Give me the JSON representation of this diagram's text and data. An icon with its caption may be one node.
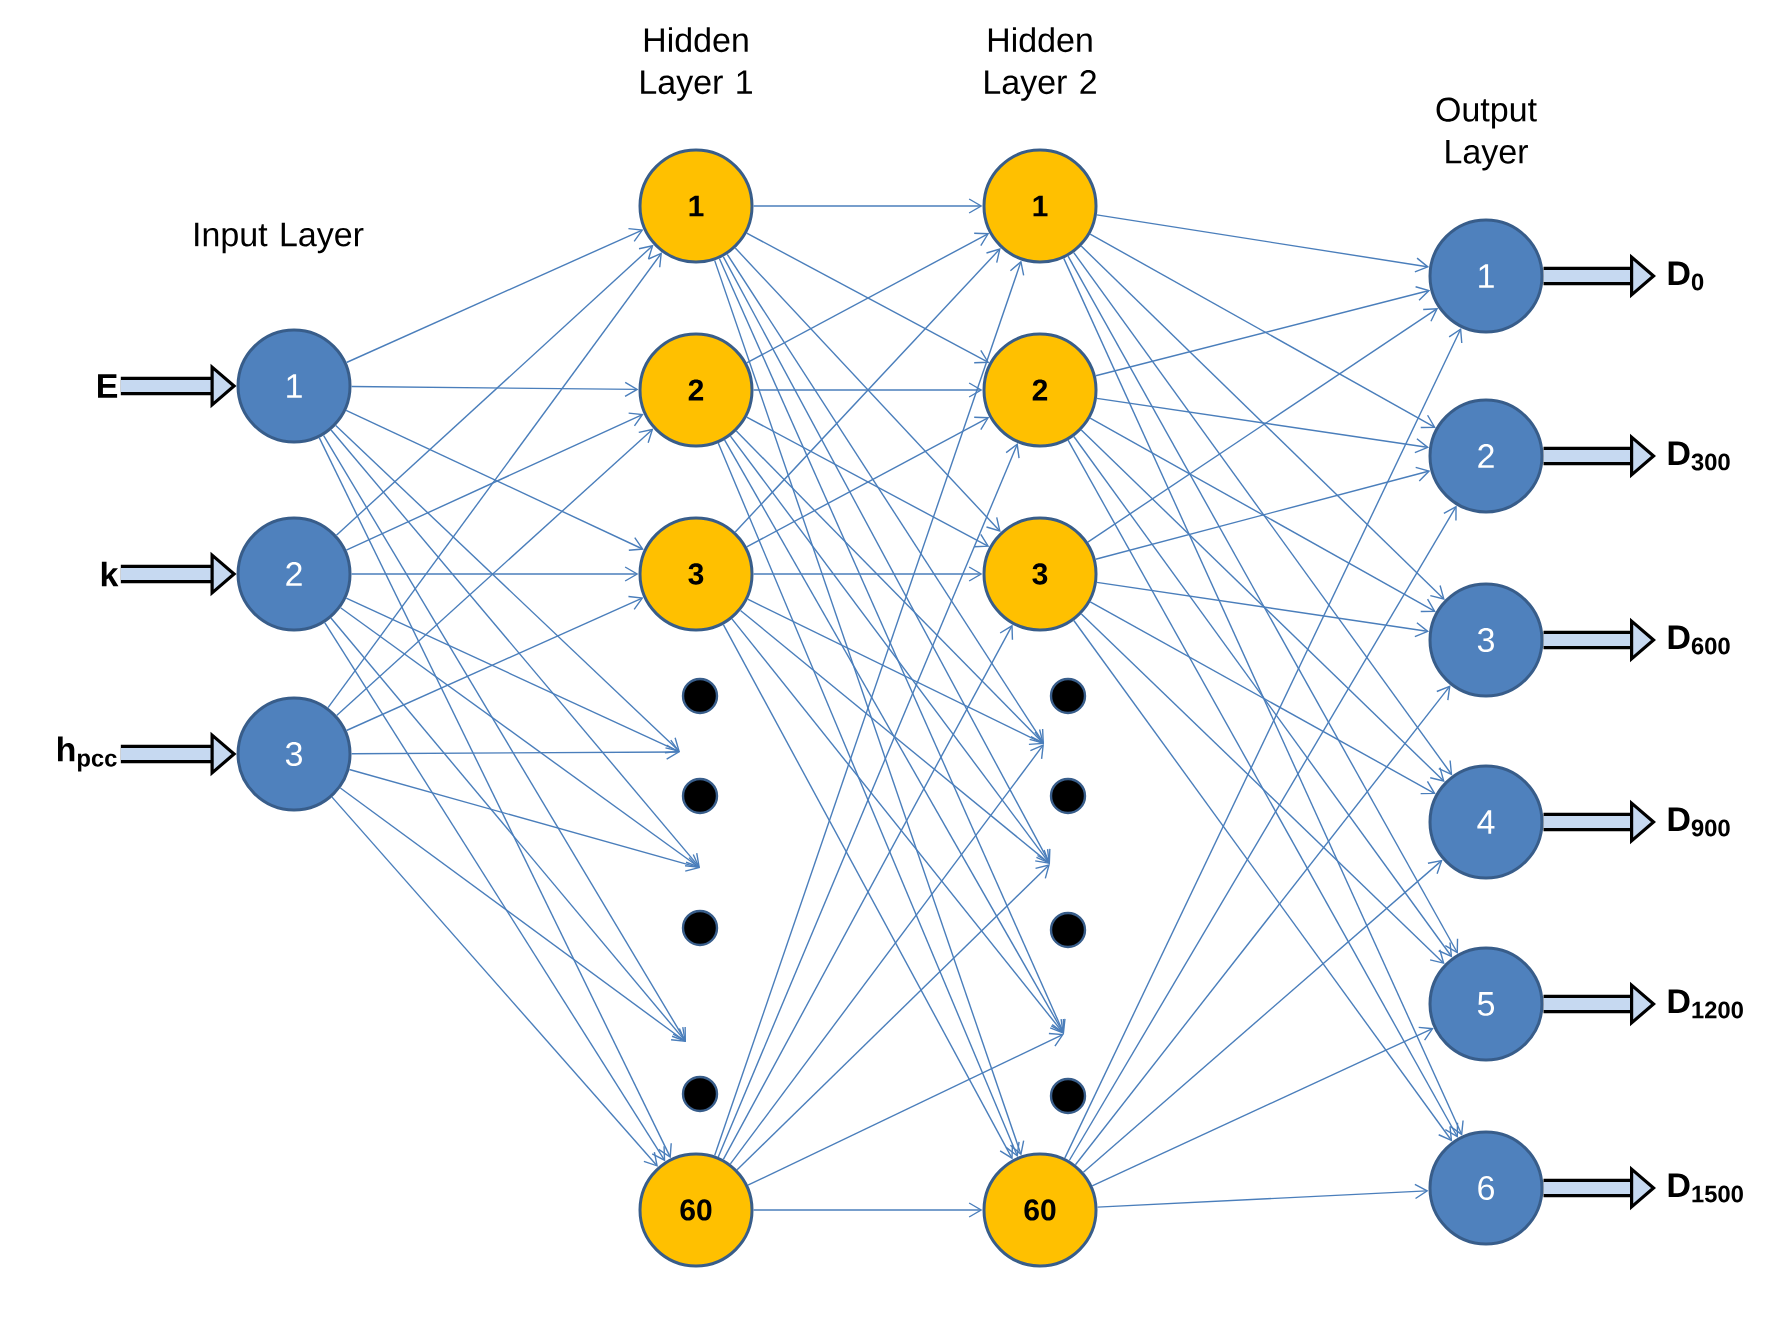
{
  "diagram": {
    "nodes": [
      {
        "text": [
          "E"
        ]
      },
      {
        "text": [
          "k"
        ]
      },
      {
        "text": [
          "h$_{pcc}$"
        ]
      },
      {
        "text": [
          "1"
        ]
      },
      {
        "text": [
          "2"
        ]
      },
      {
        "text": [
          "3"
        ]
      },
      {
        "text": [
          "1"
        ]
      },
      {
        "text": [
          "2"
        ]
      },
      {
        "text": [
          "3"
        ]
      },
      {
        "text": [
          "60"
        ]
      },
      {
        "text": [],
        "shape": "circle"
      },
      {
        "text": [],
        "shape": "circle"
      },
      {
        "text": [],
        "shape": "circle"
      },
      {
        "text": [],
        "shape": "circle"
      },
      {
        "text": [
          "1"
        ]
      },
      {
        "text": [
          "2"
        ]
      },
      {
        "text": [
          "3"
        ]
      },
      {
        "text": [
          "60"
        ]
      },
      {
        "text": [],
        "shape": "circle"
      },
      {
        "text": [],
        "shape": "circle"
      },
      {
        "text": [],
        "shape": "circle"
      },
      {
        "text": [],
        "shape": "circle"
      },
      {
        "text": [
          "1"
        ]
      },
      {
        "text": [
          "2"
        ]
      },
      {
        "text": [
          "3"
        ]
      },
      {
        "text": [
          "4"
        ]
      },
      {
        "text": [
          "5"
        ]
      },
      {
        "text": [
          "6"
        ]
      },
      {
        "text": [
          "D$_{0}$"
        ]
      },
      {
        "text": [
          "D$_{300}$"
        ]
      },
      {
        "text": [
          "D$_{600}$"
        ]
      },
      {
        "text": [
          "D$_{900}$"
        ]
      },
      {
        "text": [
          "D$_{1200}$"
        ]
      },
      {
        "text": [
          "D$_{1500}$"
        ]
      }
    ],
    "edges": [
      {
        "from": 0,
        "to": 3,
        "arrow": "to",
        "style": "thick",
        "color": "#000000"
      },
      {
        "from": 1,
        "to": 4,
        "arrow": "to",
        "style": "thick",
        "color": "#000000"
      },
      {
        "from": 2,
        "to": 5,
        "arrow": "to",
        "style": "thick",
        "color": "#000000"
      },
      {
        "from": 3,
        "to": 6,
        "arrow": "to"
      },
      {
        "from": 3,
        "to": 7,
        "arrow": "to"
      },
      {
        "from": 3,
        "to": 8,
        "arrow": "to"
      },
      {
        "from": 3,
        "to": 9,
        "arrow": "to"
      },
      {
        "from": 4,
        "to": 6,
        "arrow": "to"
      },
      {
        "from": 4,
        "to": 7,
        "arrow": "to"
      },
      {
        "from": 4,
        "to": 8,
        "arrow": "to"
      },
      {
        "from": 4,
        "to": 9,
        "arrow": "to"
      },
      {
        "from": 5,
        "to": 6,
        "arrow": "to"
      },
      {
        "from": 5,
        "to": 7,
        "arrow": "to"
      },
      {
        "from": 5,
        "to": 8,
        "arrow": "to"
      },
      {
        "from": 5,
        "to": 9,
        "arrow": "to"
      },
      {
        "from": 3,
        "to": null,
        "arrow": "to"
      },
      {
        "from": 3,
        "to": null,
        "arrow": "to"
      },
      {
        "from": 3,
        "to": null,
        "arrow": "to"
      },
      {
        "from": 4,
        "to": null,
        "arrow": "to"
      },
      {
        "from": 4,
        "to": null,
        "arrow": "to"
      },
      {
        "from": 4,
        "to": null,
        "arrow": "to"
      },
      {
        "from": 5,
        "to": null,
        "arrow": "to"
      },
      {
        "from": 5,
        "to": null,
        "arrow": "to"
      },
      {
        "from": 5,
        "to": null,
        "arrow": "to"
      },
      {
        "from": 6,
        "to": 14,
        "arrow": "to"
      },
      {
        "from": 6,
        "to": 15,
        "arrow": "to"
      },
      {
        "from": 6,
        "to": 16,
        "arrow": "to"
      },
      {
        "from": 6,
        "to": 17,
        "arrow": "to"
      },
      {
        "from": 7,
        "to": 14,
        "arrow": "to"
      },
      {
        "from": 7,
        "to": 15,
        "arrow": "to"
      },
      {
        "from": 7,
        "to": 16,
        "arrow": "to"
      },
      {
        "from": 7,
        "to": 17,
        "arrow": "to"
      },
      {
        "from": 8,
        "to": 14,
        "arrow": "to"
      },
      {
        "from": 8,
        "to": 15,
        "arrow": "to"
      },
      {
        "from": 8,
        "to": 16,
        "arrow": "to"
      },
      {
        "from": 8,
        "to": 17,
        "arrow": "to"
      },
      {
        "from": 9,
        "to": 14,
        "arrow": "to"
      },
      {
        "from": 9,
        "to": 15,
        "arrow": "to"
      },
      {
        "from": 9,
        "to": 16,
        "arrow": "to"
      },
      {
        "from": 9,
        "to": 17,
        "arrow": "to"
      },
      {
        "from": 6,
        "to": null,
        "arrow": "to"
      },
      {
        "from": 6,
        "to": null,
        "arrow": "to"
      },
      {
        "from": 6,
        "to": null,
        "arrow": "to"
      },
      {
        "from": 7,
        "to": null,
        "arrow": "to"
      },
      {
        "from": 7,
        "to": null,
        "arrow": "to"
      },
      {
        "from": 7,
        "to": null,
        "arrow": "to"
      },
      {
        "from": 8,
        "to": null,
        "arrow": "to"
      },
      {
        "from": 8,
        "to": null,
        "arrow": "to"
      },
      {
        "from": 8,
        "to": null,
        "arrow": "to"
      },
      {
        "from": 9,
        "to": null,
        "arrow": "to"
      },
      {
        "from": 9,
        "to": null,
        "arrow": "to"
      },
      {
        "from": 9,
        "to": null,
        "arrow": "to"
      },
      {
        "from": 14,
        "to": 22,
        "arrow": "to"
      },
      {
        "from": 14,
        "to": 23,
        "arrow": "to"
      },
      {
        "from": 14,
        "to": 24,
        "arrow": "to"
      },
      {
        "from": 14,
        "to": 25,
        "arrow": "to"
      },
      {
        "from": 14,
        "to": 26,
        "arrow": "to"
      },
      {
        "from": 14,
        "to": 27,
        "arrow": "to"
      },
      {
        "from": 15,
        "to": 22,
        "arrow": "to"
      },
      {
        "from": 15,
        "to": 23,
        "arrow": "to"
      },
      {
        "from": 15,
        "to": 24,
        "arrow": "to"
      },
      {
        "from": 15,
        "to": 25,
        "arrow": "to"
      },
      {
        "from": 15,
        "to": 26,
        "arrow": "to"
      },
      {
        "from": 15,
        "to": 27,
        "arrow": "to"
      },
      {
        "from": 16,
        "to": 22,
        "arrow": "to"
      },
      {
        "from": 16,
        "to": 23,
        "arrow": "to"
      },
      {
        "from": 16,
        "to": 24,
        "arrow": "to"
      },
      {
        "from": 16,
        "to": 25,
        "arrow": "to"
      },
      {
        "from": 16,
        "to": 26,
        "arrow": "to"
      },
      {
        "from": 16,
        "to": 27,
        "arrow": "to"
      },
      {
        "from": 17,
        "to": 22,
        "arrow": "to"
      },
      {
        "from": 17,
        "to": 23,
        "arrow": "to"
      },
      {
        "from": 17,
        "to": 24,
        "arrow": "to"
      },
      {
        "from": 17,
        "to": 25,
        "arrow": "to"
      },
      {
        "from": 17,
        "to": 26,
        "arrow": "to"
      },
      {
        "from": 17,
        "to": 27,
        "arrow": "to"
      },
      {
        "from": 22,
        "to": 28,
        "arrow": "to",
        "style": "thick",
        "color": "#000000"
      },
      {
        "from": 23,
        "to": 29,
        "arrow": "to",
        "style": "thick",
        "color": "#000000"
      },
      {
        "from": 24,
        "to": 30,
        "arrow": "to",
        "style": "thick",
        "color": "#000000"
      },
      {
        "from": 25,
        "to": 31,
        "arrow": "to",
        "style": "thick",
        "color": "#000000"
      },
      {
        "from": 26,
        "to": 32,
        "arrow": "to",
        "style": "thick",
        "color": "#000000"
      },
      {
        "from": 27,
        "to": 33,
        "arrow": "to",
        "style": "thick",
        "color": "#000000"
      }
    ],
    "labels": [
      "Hidden Layer 1",
      "Hidden Layer 2",
      "Output Layer",
      "Input Layer"
    ]
  }
}
